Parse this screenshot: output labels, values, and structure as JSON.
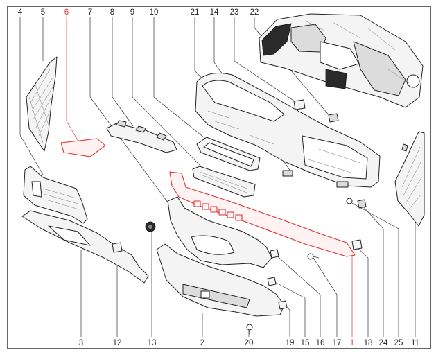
{
  "colors": {
    "highlight": "#e03030",
    "line": "#222222",
    "text": "#222222"
  },
  "callouts": {
    "top": [
      {
        "id": "4",
        "label": "4"
      },
      {
        "id": "5",
        "label": "5"
      },
      {
        "id": "6",
        "label": "6",
        "highlight": true
      },
      {
        "id": "7",
        "label": "7"
      },
      {
        "id": "8",
        "label": "8"
      },
      {
        "id": "9",
        "label": "9"
      },
      {
        "id": "10",
        "label": "10"
      },
      {
        "id": "21",
        "label": "21"
      },
      {
        "id": "14",
        "label": "14"
      },
      {
        "id": "23",
        "label": "23"
      },
      {
        "id": "22",
        "label": "22"
      }
    ],
    "bottom": [
      {
        "id": "3",
        "label": "3"
      },
      {
        "id": "12",
        "label": "12"
      },
      {
        "id": "13",
        "label": "13"
      },
      {
        "id": "2",
        "label": "2"
      },
      {
        "id": "20",
        "label": "20"
      },
      {
        "id": "19",
        "label": "19"
      },
      {
        "id": "15",
        "label": "15"
      },
      {
        "id": "16",
        "label": "16"
      },
      {
        "id": "17",
        "label": "17"
      },
      {
        "id": "1",
        "label": "1",
        "highlight": true
      },
      {
        "id": "18",
        "label": "18"
      },
      {
        "id": "24",
        "label": "24"
      },
      {
        "id": "25",
        "label": "25"
      },
      {
        "id": "11",
        "label": "11"
      }
    ]
  }
}
